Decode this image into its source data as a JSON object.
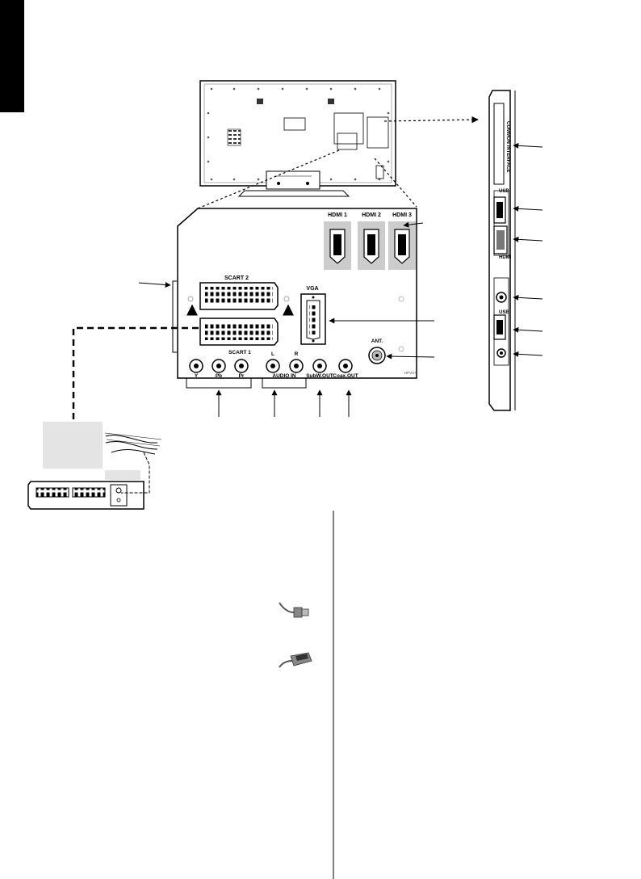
{
  "labels": {
    "hdmi1": "HDMI 1",
    "hdmi2": "HDMI 2",
    "hdmi3": "HDMI 3",
    "scart2": "SCART 2",
    "scart1": "SCART 1",
    "vga": "VGA",
    "ant": "ANT.",
    "y": "Y",
    "pb": "Pb",
    "pr": "Pr",
    "l": "L",
    "r": "R",
    "audio_in": "AUDIO IN",
    "subw_out": "SubW.OUT",
    "coax_out": "Coax.OUT",
    "small_mark": "HPVC+",
    "side_ci": "COMMON INTERFACE",
    "side_usb1": "USB",
    "side_usb2": "USB",
    "side_hdmi": "HDMI"
  }
}
